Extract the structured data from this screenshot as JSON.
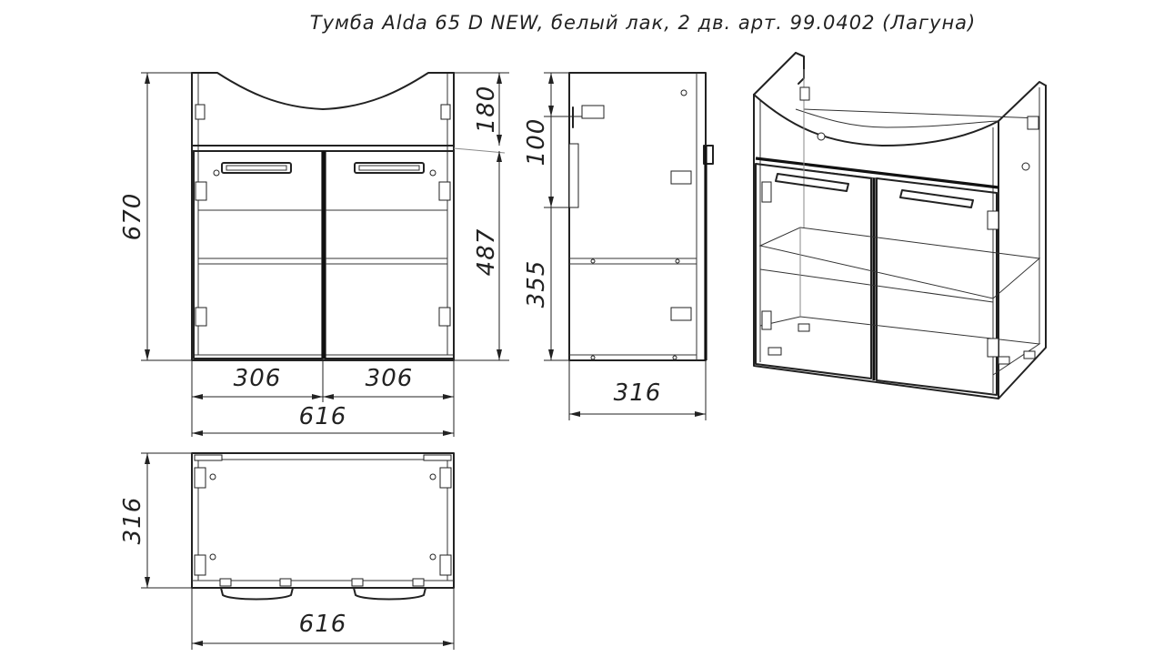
{
  "title": "Тумба Alda 65 D NEW, белый лак, 2 дв. арт. 99.0402 (Лагуна)",
  "dimensions": {
    "front_height": "670",
    "sink_depth": "180",
    "body_height": "487",
    "door_left_width": "306",
    "door_right_width": "306",
    "front_width": "616",
    "side_top": "100",
    "side_lower": "355",
    "side_depth": "316",
    "plan_depth": "316",
    "plan_width": "616"
  }
}
